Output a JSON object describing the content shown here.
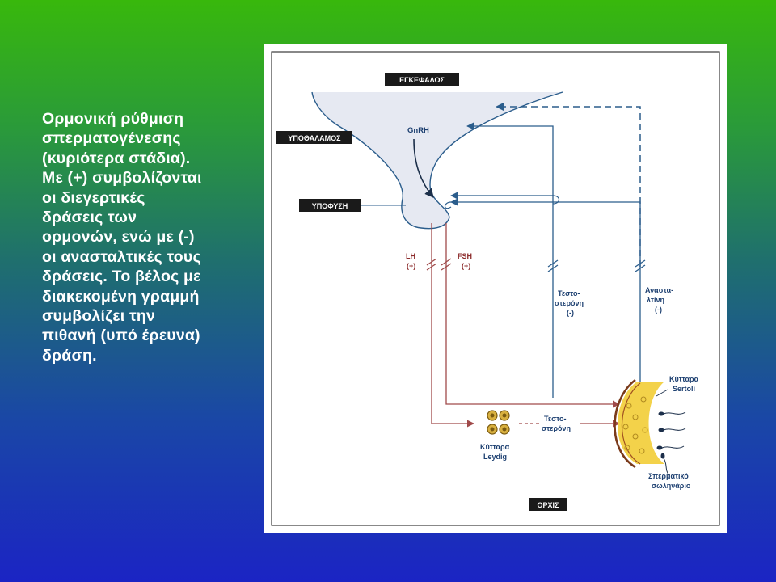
{
  "caption": {
    "lines": [
      "Ορμονική ρύθμιση",
      "σπερματογένεσης",
      "(κυριότερα στάδια).",
      "Με (+) συμβολίζονται",
      "οι διεγερτικές",
      "δράσεις των",
      "ορμονών, ενώ με (-)",
      "οι ανασταλτικές τους",
      "δράσεις. Το βέλος με",
      "διακεκομένη γραμμή",
      "συμβολίζει την",
      "πιθανή (υπό έρευνα)",
      "δράση."
    ]
  },
  "diagram": {
    "boxes": {
      "brain": "ΕΓΚΕΦΑΛΟΣ",
      "hypothalamus": "ΥΠΟΘΑΛΑΜΟΣ",
      "pituitary": "ΥΠΟΦΥΣΗ",
      "testis": "ΟΡΧΙΣ"
    },
    "gnrh": "GnRH",
    "lh": [
      "LH",
      "(+)"
    ],
    "fsh": [
      "FSH",
      "(+)"
    ],
    "testosterone_feedback": [
      "Τεστο-",
      "στερόνη",
      "(-)"
    ],
    "inhibin_feedback": [
      "Αναστα-",
      "λτίνη",
      "(-)"
    ],
    "sertoli": [
      "Κύτταρα",
      "Sertoli"
    ],
    "leydig": [
      "Κύτταρα",
      "Leydig"
    ],
    "testosterone_local": [
      "Τεστο-",
      "στερόνη"
    ],
    "tubule": [
      "Σπερματικό",
      "σωληνάριο"
    ],
    "colors": {
      "blue_line": "#2b5d8c",
      "red_line": "#a04a4a",
      "shade": "#e6e9f2",
      "label_box": "#1a1a1a",
      "leydig_cell": "#d8b040",
      "sertoli_fill": "#f3d24a"
    }
  }
}
